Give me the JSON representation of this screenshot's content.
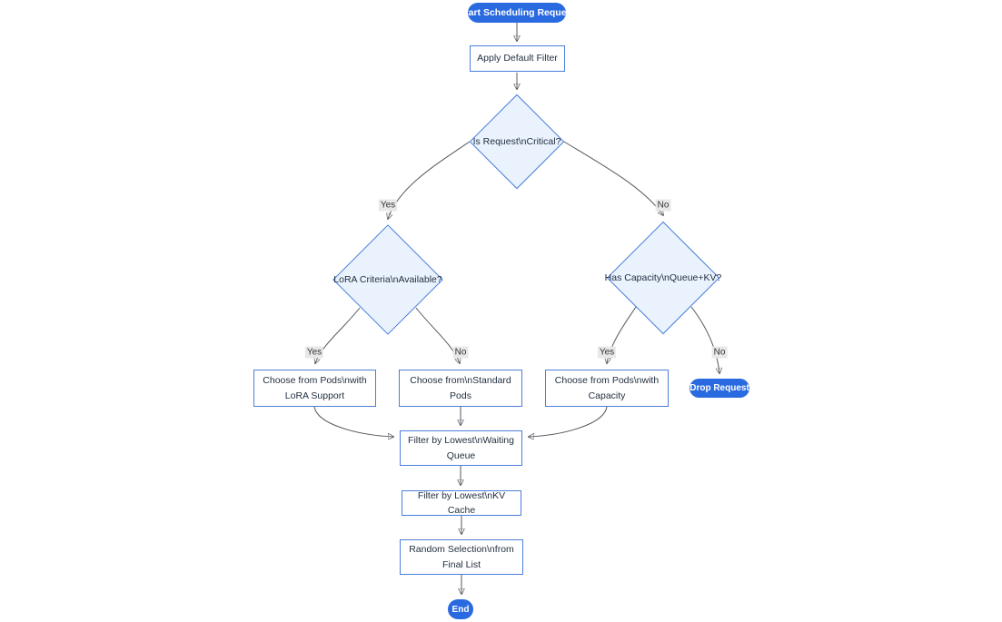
{
  "diagram": {
    "type": "flowchart",
    "background": "#ffffff",
    "colors": {
      "accent": "#2a6ae0",
      "node_border": "#4a7fdb",
      "diamond_fill": "#eaf2fd",
      "rect_fill": "#ffffff",
      "node_text": "#1f2d3d",
      "pill_text": "#ffffff",
      "edge_line": "#555a60",
      "edge_label_text": "#333333",
      "edge_label_bg": "#e8e8e8"
    },
    "nodes": {
      "start": {
        "label": "Start Scheduling Request",
        "shape": "pill"
      },
      "apply_filter": {
        "label": "Apply Default Filter",
        "shape": "rect"
      },
      "is_critical": {
        "label": "Is Request\\nCritical?",
        "shape": "diamond"
      },
      "lora_criteria": {
        "label": "LoRA Criteria\\nAvailable?",
        "shape": "diamond"
      },
      "has_capacity": {
        "label": "Has Capacity\\nQueue+KV?",
        "shape": "diamond"
      },
      "choose_lora": {
        "label": "Choose from Pods\\nwith LoRA Support",
        "shape": "rect"
      },
      "choose_standard": {
        "label": "Choose from\\nStandard Pods",
        "shape": "rect"
      },
      "choose_capacity": {
        "label": "Choose from Pods\\nwith Capacity",
        "shape": "rect"
      },
      "drop_request": {
        "label": "Drop Request",
        "shape": "pill"
      },
      "filter_waiting": {
        "label": "Filter by Lowest\\nWaiting Queue",
        "shape": "rect"
      },
      "filter_kv": {
        "label": "Filter by Lowest\\nKV Cache",
        "shape": "rect"
      },
      "random_selection": {
        "label": "Random Selection\\nfrom Final List",
        "shape": "rect"
      },
      "end": {
        "label": "End",
        "shape": "pill"
      }
    },
    "edge_labels": {
      "critical_yes": "Yes",
      "critical_no": "No",
      "lora_yes": "Yes",
      "lora_no": "No",
      "capacity_yes": "Yes",
      "capacity_no": "No"
    }
  }
}
